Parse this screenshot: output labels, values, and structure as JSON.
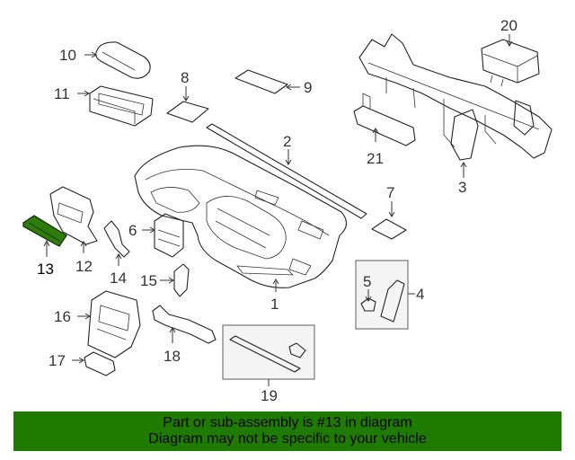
{
  "diagram": {
    "callouts": [
      {
        "id": "1",
        "text": "1"
      },
      {
        "id": "2",
        "text": "2"
      },
      {
        "id": "3",
        "text": "3"
      },
      {
        "id": "4",
        "text": "4"
      },
      {
        "id": "5",
        "text": "5"
      },
      {
        "id": "6",
        "text": "6"
      },
      {
        "id": "7",
        "text": "7"
      },
      {
        "id": "8",
        "text": "8"
      },
      {
        "id": "9",
        "text": "9"
      },
      {
        "id": "10",
        "text": "10"
      },
      {
        "id": "11",
        "text": "11"
      },
      {
        "id": "12",
        "text": "12"
      },
      {
        "id": "13",
        "text": "13"
      },
      {
        "id": "14",
        "text": "14"
      },
      {
        "id": "15",
        "text": "15"
      },
      {
        "id": "16",
        "text": "16"
      },
      {
        "id": "17",
        "text": "17"
      },
      {
        "id": "18",
        "text": "18"
      },
      {
        "id": "19",
        "text": "19"
      },
      {
        "id": "20",
        "text": "20"
      },
      {
        "id": "21",
        "text": "21"
      }
    ],
    "highlight_color": "#1f7a00"
  },
  "banner": {
    "line1": "Part or sub-assembly is #13 in diagram",
    "line2": "Diagram may not be specific to your vehicle",
    "background": "#1f7a00"
  }
}
